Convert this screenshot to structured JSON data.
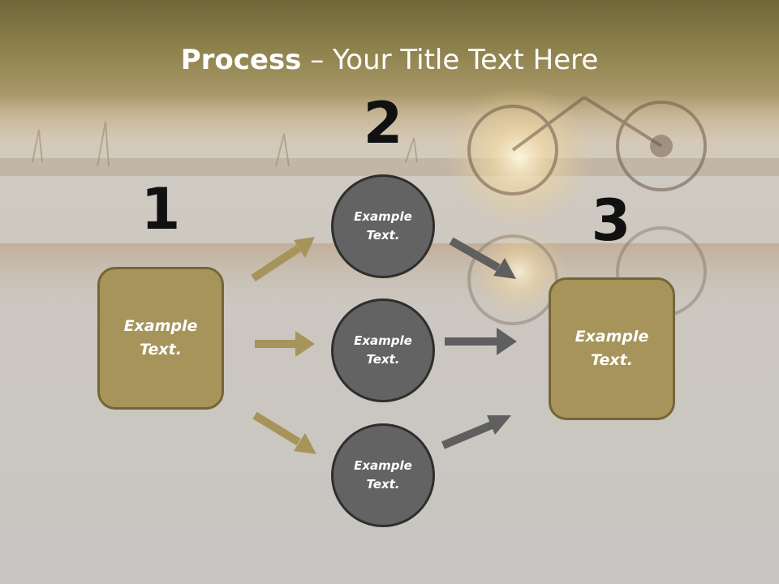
{
  "title": {
    "bold": "Process",
    "rest": " – Your Title Text Here"
  },
  "steps": {
    "one": "1",
    "two": "2",
    "three": "3"
  },
  "left_box": {
    "text": "Example Text."
  },
  "circles": [
    {
      "text": "Example Text."
    },
    {
      "text": "Example Text."
    },
    {
      "text": "Example Text."
    }
  ],
  "right_box": {
    "text": "Example Text."
  },
  "colors": {
    "box_fill": "#a6945a",
    "box_border": "#746639",
    "circle_fill": "#636363",
    "circle_border": "#2e2e2e",
    "gold_arrow": "#a6945a",
    "gray_arrow": "#5f5f5f"
  }
}
